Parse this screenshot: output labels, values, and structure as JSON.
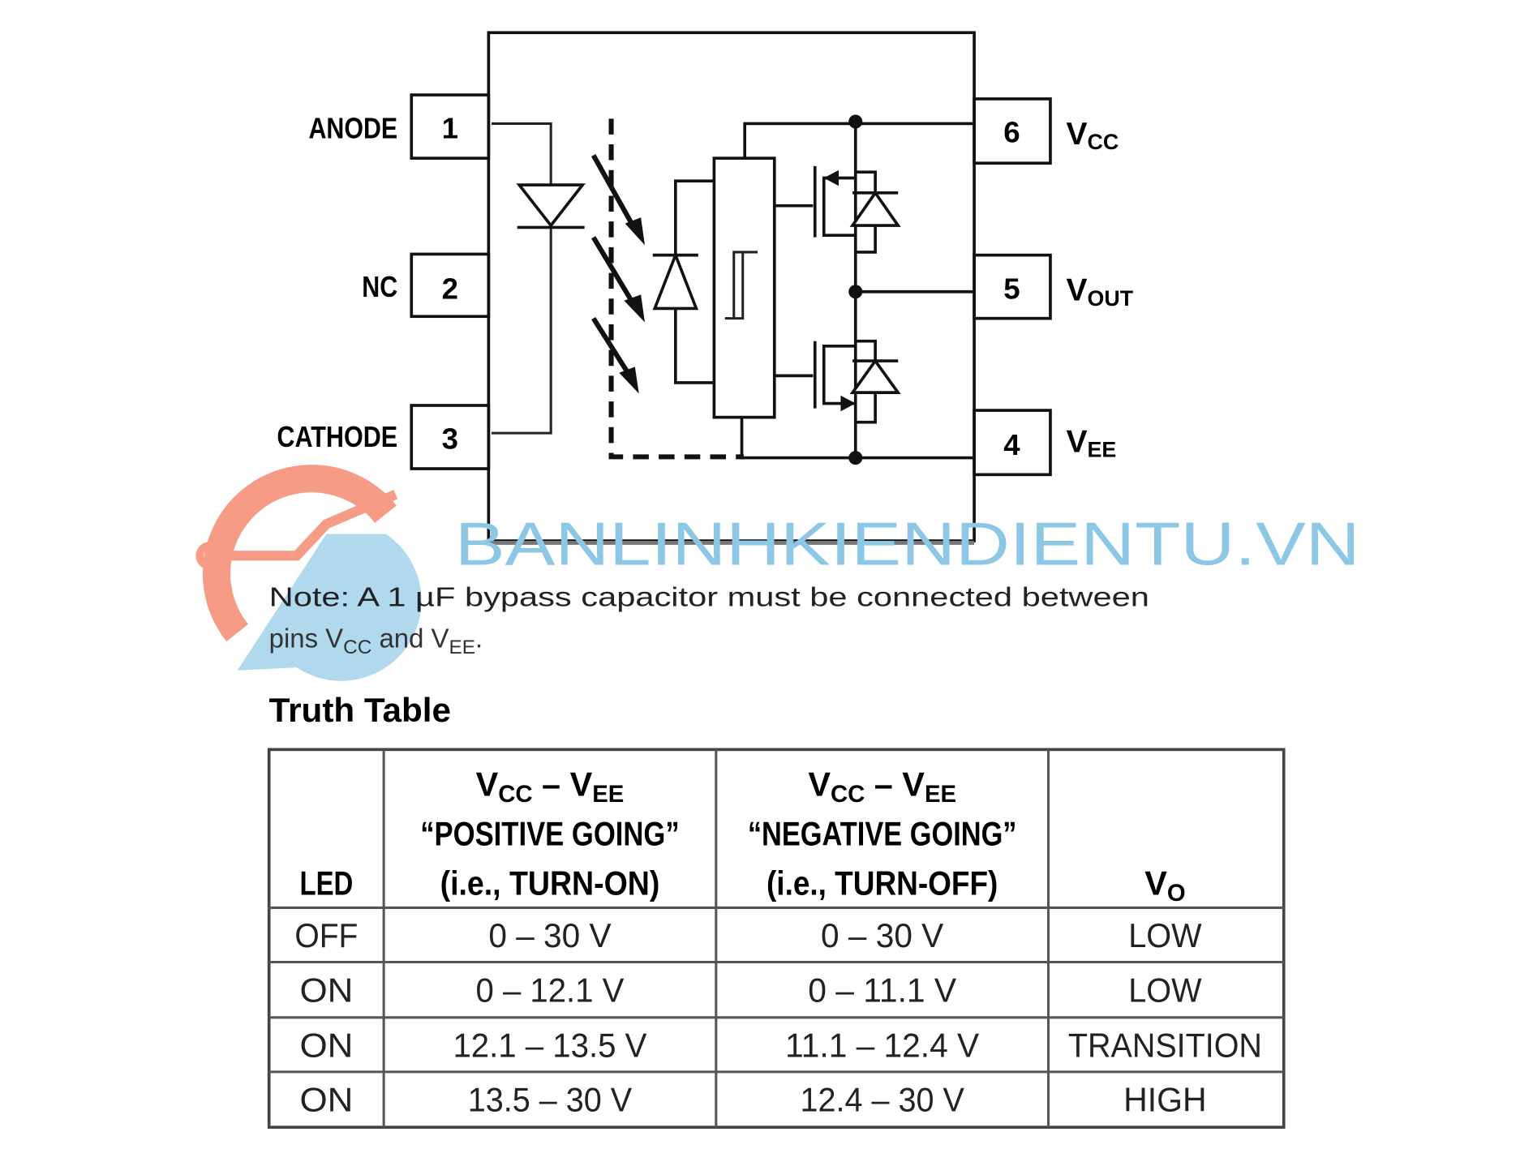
{
  "pins": {
    "left": [
      {
        "number": "1",
        "label": "ANODE"
      },
      {
        "number": "2",
        "label": "NC"
      },
      {
        "number": "3",
        "label": "CATHODE"
      }
    ],
    "right": [
      {
        "number": "6",
        "label": "V",
        "sub": "CC"
      },
      {
        "number": "5",
        "label": "V",
        "sub": "OUT"
      },
      {
        "number": "4",
        "label": "V",
        "sub": "EE"
      }
    ]
  },
  "note": {
    "line1": "Note: A 1 µF bypass capacitor must be connected between",
    "line2_a": "pins V",
    "line2_sub1": "CC",
    "line2_b": " and V",
    "line2_sub2": "EE",
    "line2_c": "."
  },
  "watermark": "BANLINHKIENDIENTU.VN",
  "truth_table": {
    "title": "Truth Table",
    "headers": {
      "led": "LED",
      "pos": {
        "v1": "V",
        "s1": "CC",
        "dash": " – ",
        "v2": "V",
        "s2": "EE",
        "line2": "“POSITIVE GOING”",
        "line3": "(i.e., TURN-ON)"
      },
      "neg": {
        "v1": "V",
        "s1": "CC",
        "dash": " – ",
        "v2": "V",
        "s2": "EE",
        "line2": "“NEGATIVE GOING”",
        "line3": "(i.e., TURN-OFF)"
      },
      "vo": {
        "v": "V",
        "sub": "O"
      }
    },
    "rows": [
      [
        "OFF",
        "0 – 30 V",
        "0 – 30 V",
        "LOW"
      ],
      [
        "ON",
        "0 – 12.1 V",
        "0 – 11.1 V",
        "LOW"
      ],
      [
        "ON",
        "12.1 – 13.5 V",
        "11.1 – 12.4 V",
        "TRANSITION"
      ],
      [
        "ON",
        "13.5 – 30 V",
        "12.4 – 30 V",
        "HIGH"
      ]
    ]
  },
  "colors": {
    "line": "#111111",
    "watermark_blue": "#8cc8e6",
    "watermark_orange": "#f58a70"
  }
}
